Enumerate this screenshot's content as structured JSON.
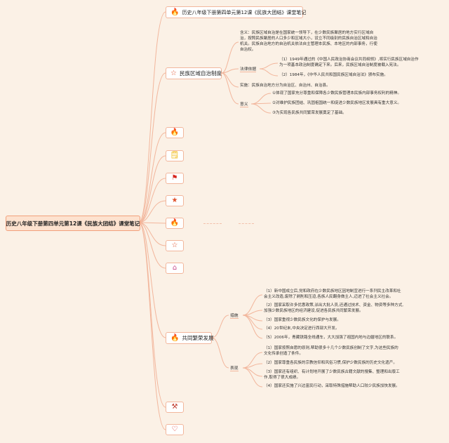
{
  "colors": {
    "background": "#fbf1e6",
    "line": "#f2b69c",
    "node_border": "#f2b69c",
    "root_fill": "#fde2cf"
  },
  "root": {
    "label": "历史八年级下册第四单元第12课《民族大团结》课堂笔记"
  },
  "top_node": {
    "label": "历史八年级下册第四单元第12课《民族大团结》课堂笔记",
    "icon": "fire-icon"
  },
  "regional_autonomy": {
    "label": "民族区域自治制度",
    "icon": "star-outline-icon",
    "meaning_lines": [
      "含义：民族区域自治是在国家统一领导下，在少数民族聚居的地方实行区域自",
      "治，按照民族聚居的人口多少和区域大小，设立不同级别的民族自治区域和自治",
      "机关。民族自治地方的自治机关依法自主管理本民族、本地区的内部事务，行使",
      "自治权。"
    ],
    "legal_basis": {
      "label": "法律依据",
      "item1_lines": [
        "（1）1949年通过的《中国人民政治协商会议共同纲领》,将实行民族区域自治作",
        "为一项基本政治制度确定下来。后来，民族区域自治制度被载入宪法。"
      ],
      "item2": "（2）1984年，《中华人民共和国民族区域自治法》颁布实施。"
    },
    "implementation": "实施：民族自治地方分为自治区、自治州、自治县。",
    "significance": {
      "label": "意义",
      "items": [
        "①体现了国家充分尊重和保障各少数民族管理本民族内部事务权利的精神。",
        "②对维护民族团结、巩固祖国统一和促进少数民族地区发展具有重大意义。",
        "③为实现各民族共同繁荣发展奠定了基础。"
      ]
    }
  },
  "collapsed_nodes": [
    {
      "icon": "fire-icon"
    },
    {
      "icon": "note-icon"
    },
    {
      "icon": "flag-icon"
    },
    {
      "icon": "star-icon"
    },
    {
      "icon": "fire-icon"
    },
    {
      "icon": "star-outline-icon"
    },
    {
      "icon": "home-icon"
    }
  ],
  "common_prosperity": {
    "label": "共同繁荣发展",
    "icon": "fire-icon",
    "measures": {
      "label": "措施",
      "items": [
        [
          "（1）新中国成立后,党和政府在少数民族地区因地制宜进行一系列民主改革和社",
          "会主义改造,废除了剥削和压迫,各族人民翻身做主人,迈进了社会主义社会。"
        ],
        [
          "（2）国家采取许多优惠政策,派出大批人员,还通过技术、资金、物资等多种方式,",
          "加强少数民族地区的经济建设,促进各民族共同繁荣发展。"
        ],
        [
          "（3）国家重视少数民族文化的保护与发展。"
        ],
        [
          "（4）20世纪末,中央决定进行西部大开发。"
        ],
        [
          "（5）2006年，青藏铁路全线通车，大大加强了祖国内地与边疆地区的联系。"
        ]
      ]
    },
    "performance": {
      "label": "表现",
      "items": [
        [
          "（1）国家按照自愿的原则,帮助很多十几个少数民族创制了文字,为这些民族的",
          "文化传承创造了条件。"
        ],
        [
          "（2）国家尊重各民族的宗教信仰和风俗习惯,保护少数民族的历史文化遗产。"
        ],
        [
          "（3）国家还有组织、有计划地开展了少数民族古籍文献的搜集、整理和出版工",
          "作,取得了很大成绩。"
        ],
        [
          "（4）国家还实施了兴边富民行动，采取特殊措施帮助人口较少民族加快发展。"
        ]
      ]
    }
  },
  "bottom_nodes": [
    {
      "icon": "tool-icon"
    },
    {
      "icon": "heart-icon"
    }
  ]
}
